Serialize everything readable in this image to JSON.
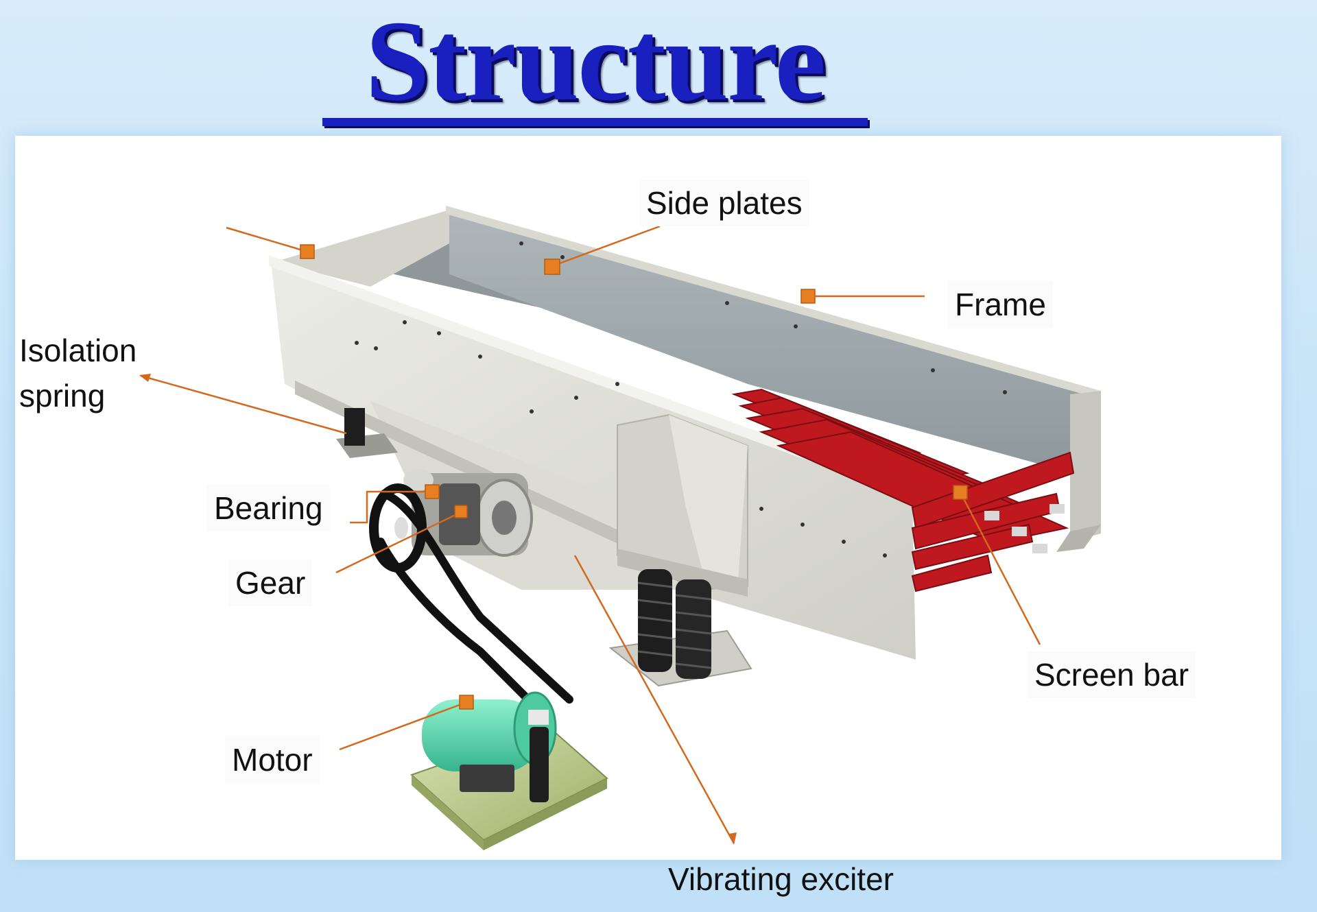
{
  "title": "Structure",
  "labels": {
    "side_plates": "Side plates",
    "frame": "Frame",
    "isolation_spring": "Isolation\nspring",
    "bearing": "Bearing",
    "gear": "Gear",
    "screen_bar": "Screen bar",
    "motor": "Motor",
    "vibrating_exciter": "Vibrating exciter"
  },
  "colors": {
    "title": "#1a1fbf",
    "leader_line": "#d2691e",
    "marker": "#e67e22",
    "screen_bar": "#c0181f",
    "body": "#e6e6df",
    "motor": "#5fd8b0",
    "spring": "#1e1e1e"
  }
}
